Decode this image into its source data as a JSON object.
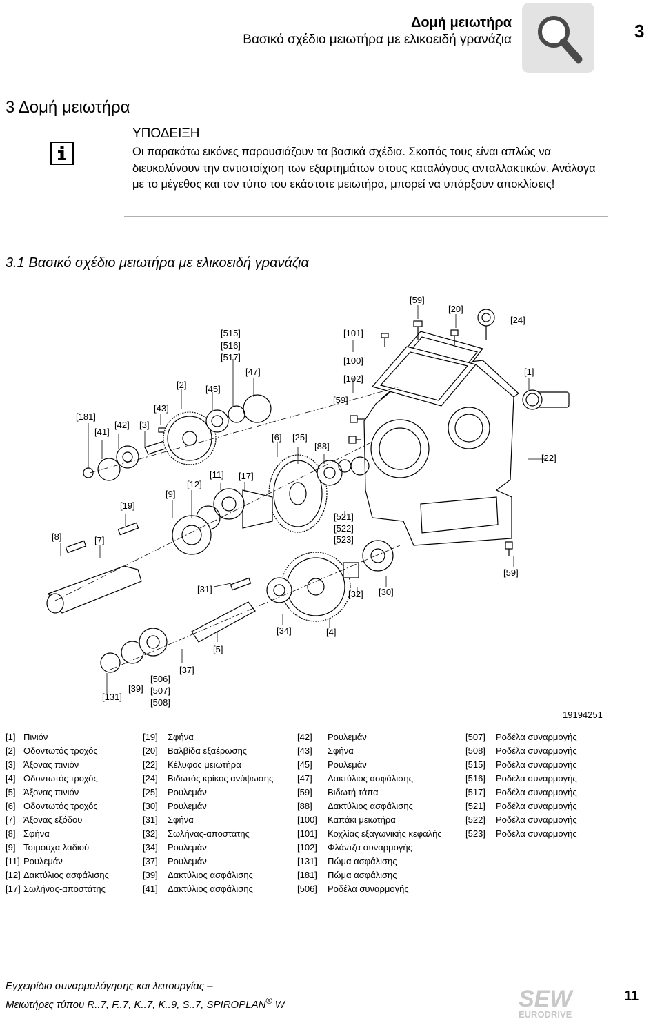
{
  "header": {
    "title": "Δομή μειωτήρα",
    "subtitle": "Βασικό σχέδιο μειωτήρα με ελικοειδή γρανάζια",
    "chapter": "3",
    "icon": "magnifier-icon"
  },
  "section": {
    "title": "3 Δομή μειωτήρα"
  },
  "note": {
    "icon": "info-icon",
    "heading": "ΥΠΟΔΕΙΞΗ",
    "text": "Οι παρακάτω εικόνες παρουσιάζουν τα βασικά σχέδια. Σκοπός τους είναι απλώς να διευκολύνουν την αντιστοίχιση των εξαρτημάτων στους καταλόγους ανταλλακτικών. Ανάλογα με το μέγεθος και τον τύπο του εκάστοτε μειωτήρα, μπορεί να υπάρξουν αποκλίσεις!"
  },
  "subsection": {
    "title": "3.1 Βασικό σχέδιο μειωτήρα με ελικοειδή γρανάζια"
  },
  "diagram": {
    "figure_id": "19194251",
    "labels": [
      "[59]",
      "[20]",
      "[24]",
      "[101]",
      "[515]",
      "[516]",
      "[517]",
      "[100]",
      "[47]",
      "[102]",
      "[1]",
      "[2]",
      "[45]",
      "[59]",
      "[43]",
      "[181]",
      "[42]",
      "[3]",
      "[41]",
      "[6]",
      "[25]",
      "[88]",
      "[22]",
      "[11]",
      "[17]",
      "[12]",
      "[9]",
      "[19]",
      "[521]",
      "[522]",
      "[523]",
      "[8]",
      "[7]",
      "[59]",
      "[31]",
      "[32]",
      "[30]",
      "[34]",
      "[4]",
      "[5]",
      "[37]",
      "[506]",
      "[507]",
      "[508]",
      "[39]",
      "[131]"
    ]
  },
  "legend": {
    "col1": [
      {
        "num": "[1]",
        "text": "Πινιόν"
      },
      {
        "num": "[2]",
        "text": "Οδοντωτός τροχός"
      },
      {
        "num": "[3]",
        "text": "Άξονας πινιόν"
      },
      {
        "num": "[4]",
        "text": "Οδοντωτός τροχός"
      },
      {
        "num": "[5]",
        "text": "Άξονας πινιόν"
      },
      {
        "num": "[6]",
        "text": "Οδοντωτός τροχός"
      },
      {
        "num": "[7]",
        "text": "Άξονας εξόδου"
      },
      {
        "num": "[8]",
        "text": "Σφήνα"
      },
      {
        "num": "[9]",
        "text": "Τσιμούχα λαδιού"
      },
      {
        "num": "[11]",
        "text": "Ρουλεμάν"
      },
      {
        "num": "[12]",
        "text": "Δακτύλιος ασφάλισης"
      },
      {
        "num": "[17]",
        "text": "Σωλήνας-αποστάτης"
      }
    ],
    "col2": [
      {
        "num": "[19]",
        "text": "Σφήνα"
      },
      {
        "num": "[20]",
        "text": "Βαλβίδα εξαέρωσης"
      },
      {
        "num": "[22]",
        "text": "Κέλυφος μειωτήρα"
      },
      {
        "num": "[24]",
        "text": "Βιδωτός κρίκος ανύψωσης"
      },
      {
        "num": "[25]",
        "text": "Ρουλεμάν"
      },
      {
        "num": "[30]",
        "text": "Ρουλεμάν"
      },
      {
        "num": "[31]",
        "text": "Σφήνα"
      },
      {
        "num": "[32]",
        "text": "Σωλήνας-αποστάτης"
      },
      {
        "num": "[34]",
        "text": "Ρουλεμάν"
      },
      {
        "num": "[37]",
        "text": "Ρουλεμάν"
      },
      {
        "num": "[39]",
        "text": "Δακτύλιος ασφάλισης"
      },
      {
        "num": "[41]",
        "text": "Δακτύλιος ασφάλισης"
      }
    ],
    "col3": [
      {
        "num": "[42]",
        "text": "Ρουλεμάν"
      },
      {
        "num": "[43]",
        "text": "Σφήνα"
      },
      {
        "num": "[45]",
        "text": "Ρουλεμάν"
      },
      {
        "num": "[47]",
        "text": "Δακτύλιος ασφάλισης"
      },
      {
        "num": "[59]",
        "text": "Βιδωτή τάπα"
      },
      {
        "num": "[88]",
        "text": "Δακτύλιος ασφάλισης"
      },
      {
        "num": "[100]",
        "text": "Καπάκι μειωτήρα"
      },
      {
        "num": "[101]",
        "text": "Κοχλίας εξαγωνικής κεφαλής"
      },
      {
        "num": "[102]",
        "text": "Φλάντζα συναρμογής"
      },
      {
        "num": "[131]",
        "text": "Πώμα ασφάλισης"
      },
      {
        "num": "[181]",
        "text": "Πώμα ασφάλισης"
      },
      {
        "num": "[506]",
        "text": "Ροδέλα συναρμογής"
      }
    ],
    "col4": [
      {
        "num": "[507]",
        "text": "Ροδέλα συναρμογής"
      },
      {
        "num": "[508]",
        "text": "Ροδέλα συναρμογής"
      },
      {
        "num": "[515]",
        "text": "Ροδέλα συναρμογής"
      },
      {
        "num": "[516]",
        "text": "Ροδέλα συναρμογής"
      },
      {
        "num": "[517]",
        "text": "Ροδέλα συναρμογής"
      },
      {
        "num": "[521]",
        "text": "Ροδέλα συναρμογής"
      },
      {
        "num": "[522]",
        "text": "Ροδέλα συναρμογής"
      },
      {
        "num": "[523]",
        "text": "Ροδέλα συναρμογής"
      }
    ]
  },
  "footer": {
    "line1": "Εγχειρίδιο συναρμολόγησης και λειτουργίας –",
    "line2": "Μειωτήρες τύπου R..7, F..7, K..7, K..9, S..7, SPIROPLAN",
    "reg": "®",
    "line2_end": " W",
    "page": "11",
    "logo_top": "SEW",
    "logo_bottom": "EURODRIVE"
  },
  "colors": {
    "header_box": "#e3e3e3",
    "rule": "#b0b0b0",
    "logo": "#c8c8c8"
  }
}
